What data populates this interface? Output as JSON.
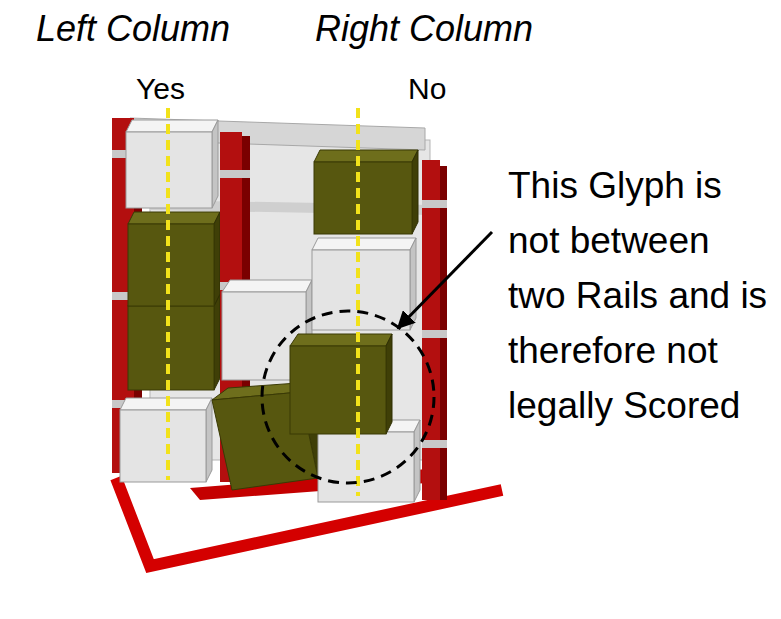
{
  "diagram": {
    "labels": [
      "Left Column",
      "Right Column",
      "Yes",
      "No",
      "This Glyph is not between two Rails and is therefore not legally Scored"
    ]
  }
}
